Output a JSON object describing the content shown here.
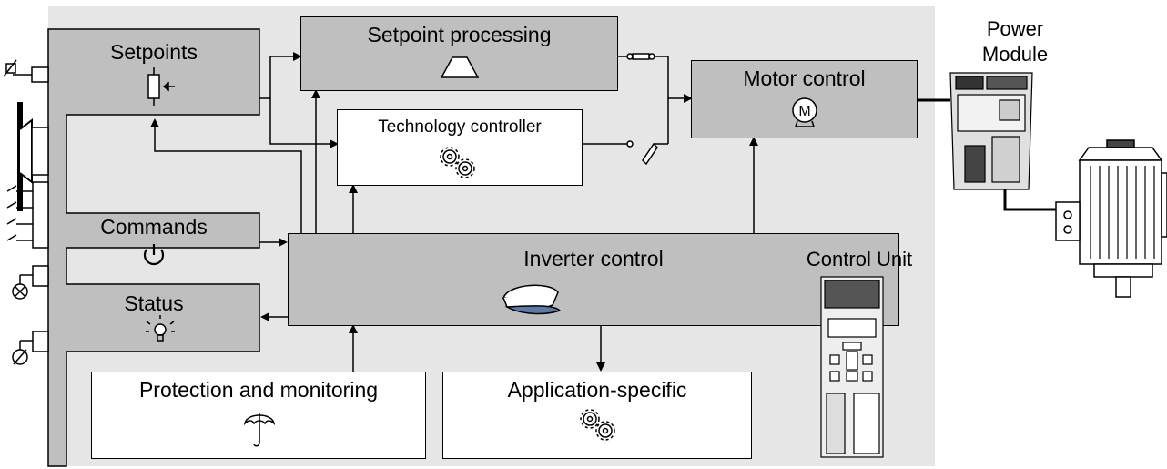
{
  "blocks": {
    "setpoints": "Setpoints",
    "setpoint_processing": "Setpoint processing",
    "motor_control": "Motor control",
    "technology_controller": "Technology controller",
    "commands": "Commands",
    "inverter_control": "Inverter control",
    "status": "Status",
    "protection_monitoring": "Protection and monitoring",
    "application_specific": "Application-specific"
  },
  "external": {
    "power_module": [
      "Power",
      "Module"
    ],
    "control_unit": "Control Unit",
    "motor_symbol_letter": "M"
  },
  "icons": [
    "potentiometer-icon",
    "ramp-icon",
    "gears-icon",
    "power-icon",
    "cap-icon",
    "lamp-icon",
    "umbrella-icon",
    "motor-icon"
  ],
  "colors": {
    "panel": "#e6e6e6",
    "block_gray": "#bfbfbf",
    "block_white": "#ffffff",
    "line": "#000000"
  }
}
